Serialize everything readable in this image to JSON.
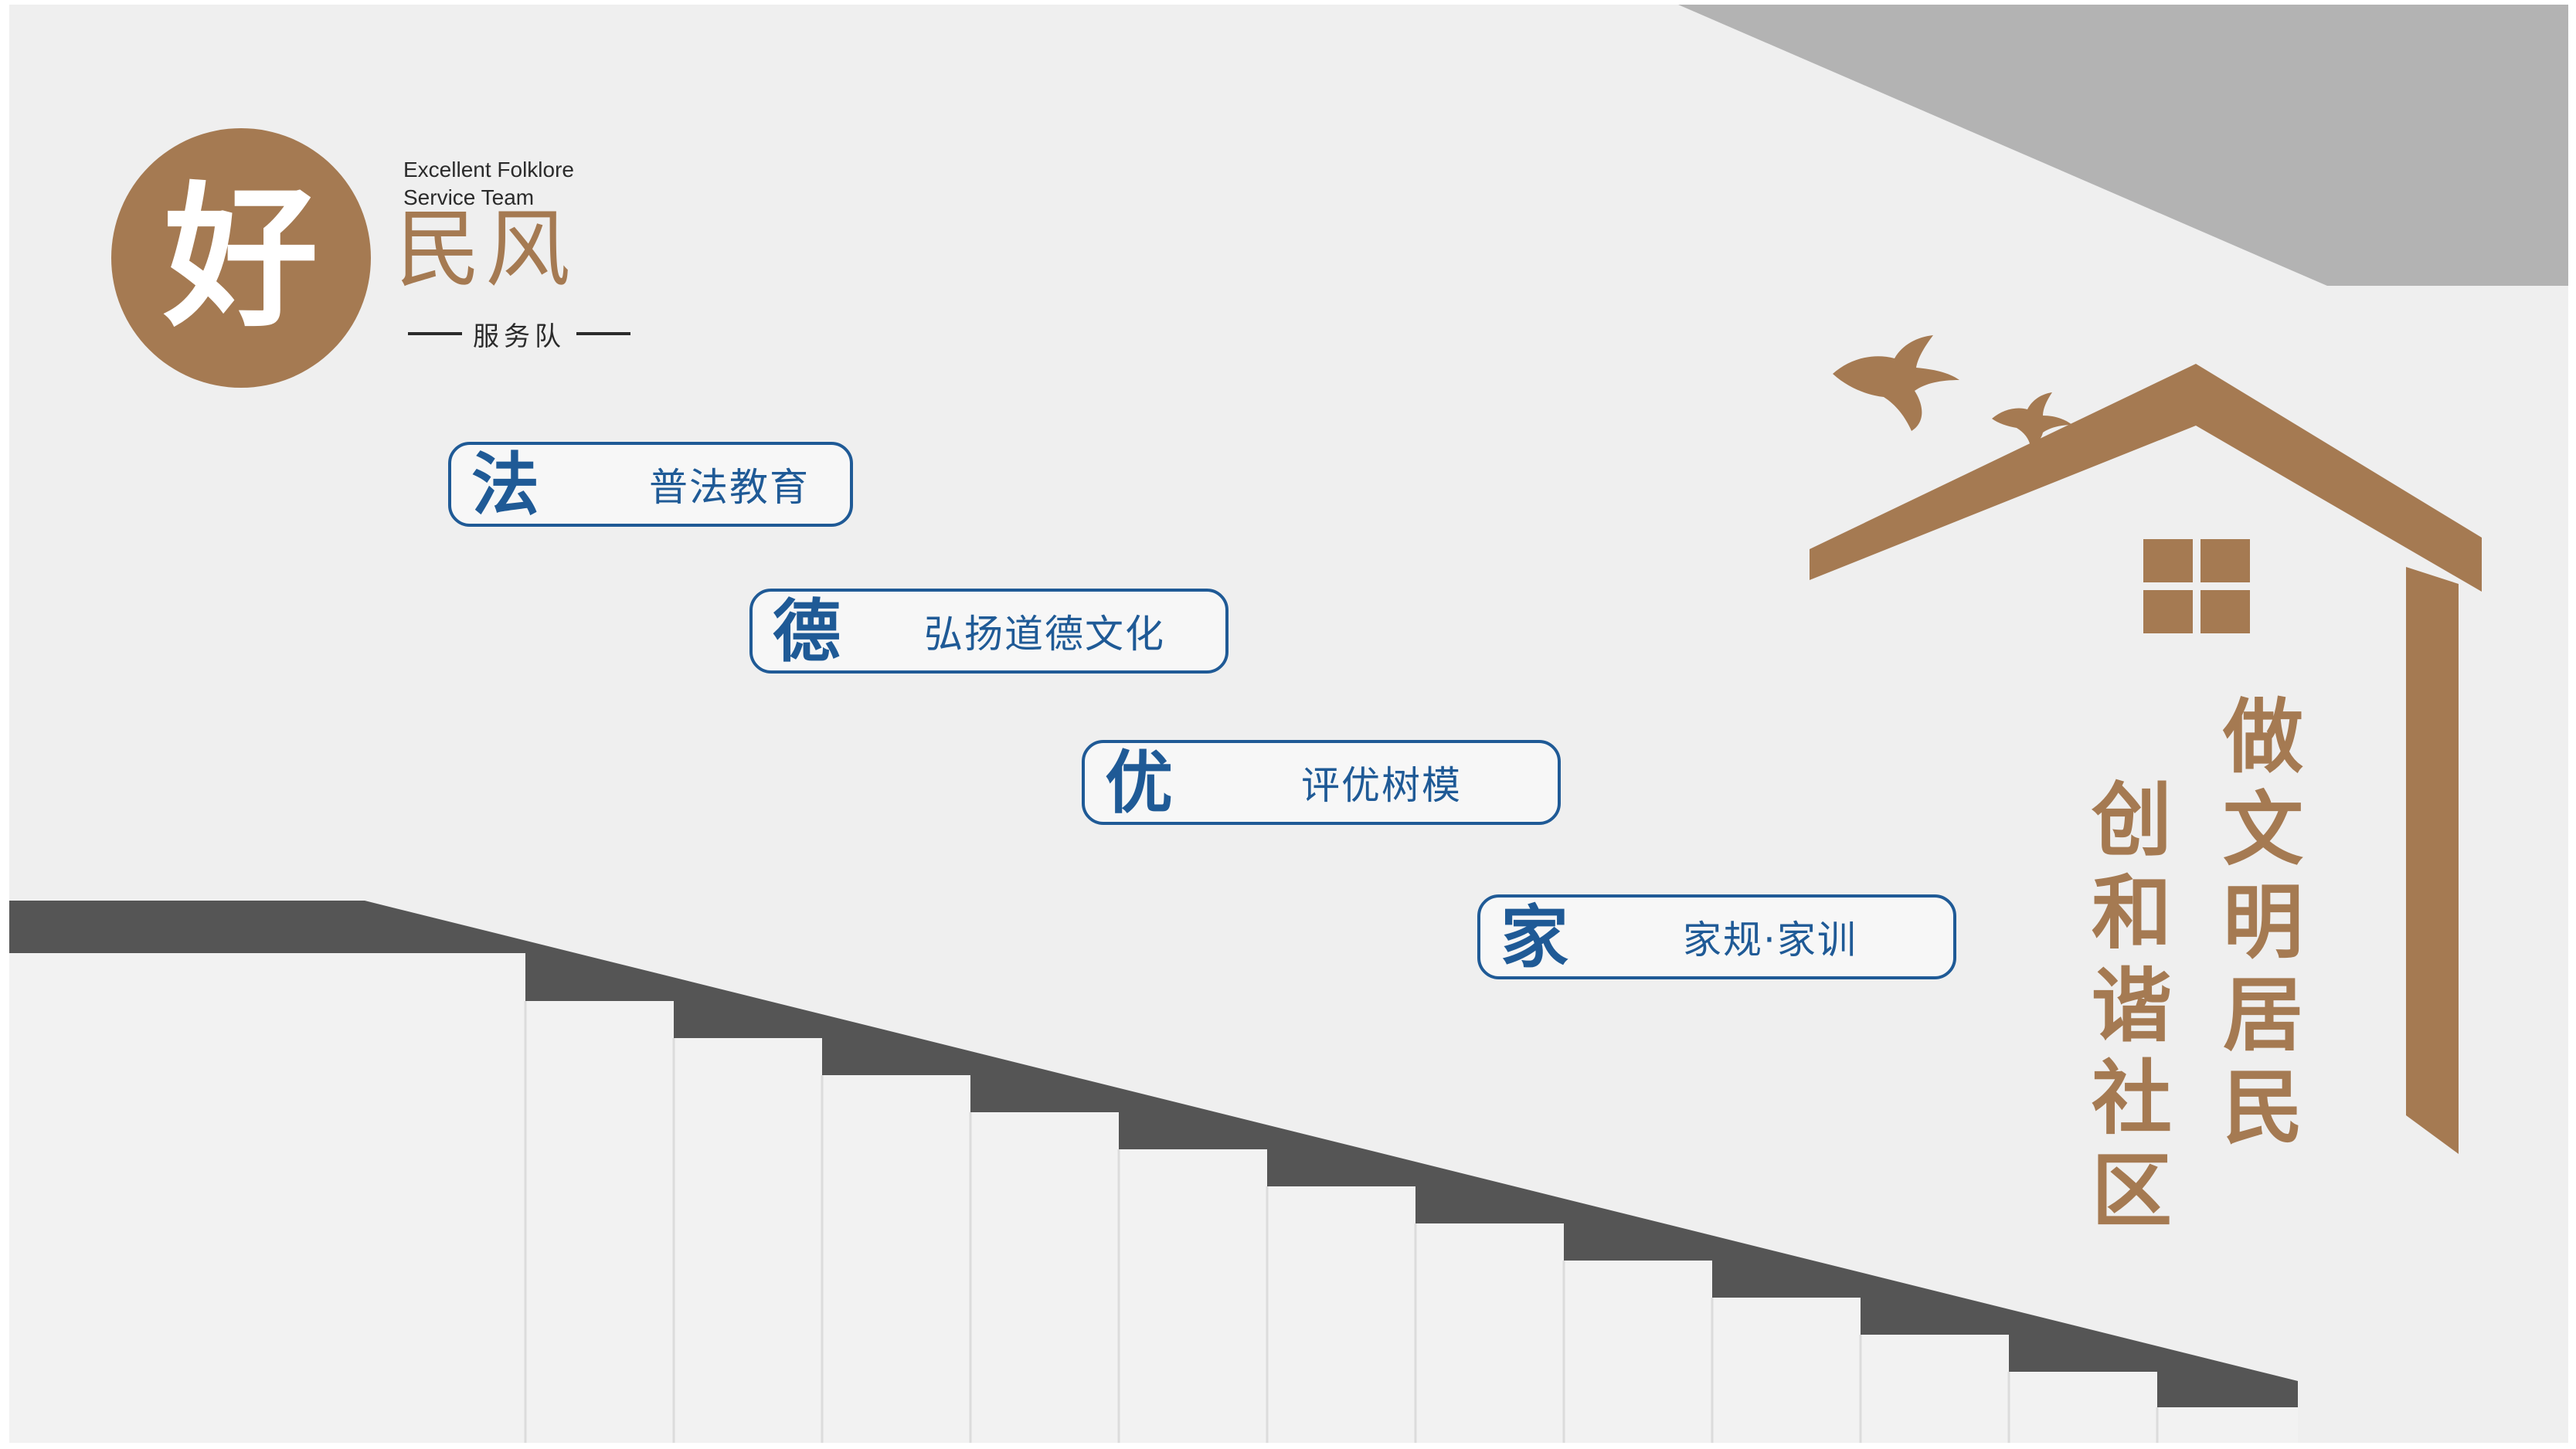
{
  "logo": {
    "big_char": "好",
    "title": "民风",
    "english_line1": "Excellent Folklore",
    "english_line2": "Service Team",
    "subtitle": "服务队"
  },
  "badges": [
    {
      "char": "法",
      "label": "普法教育"
    },
    {
      "char": "德",
      "label": "弘扬道德文化"
    },
    {
      "char": "优",
      "label": "评优树模"
    },
    {
      "char": "家",
      "label": "家规·家训"
    }
  ],
  "slogans": {
    "right": "做文明居民",
    "left": "创和谐社区"
  },
  "colors": {
    "background": "#efefef",
    "accent_brown": "#a57a52",
    "badge_blue": "#1f5a96",
    "stair_dark": "#555555",
    "ceiling_gray": "#b3b3b3"
  },
  "icons": [
    "bird-icon",
    "house-icon",
    "window-icon"
  ]
}
